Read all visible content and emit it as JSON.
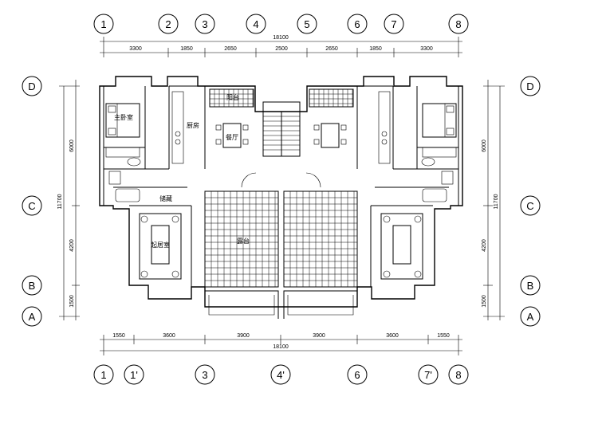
{
  "top_axes": [
    "1",
    "2",
    "3",
    "4",
    "5",
    "6",
    "7",
    "8"
  ],
  "bottom_axes": [
    "1",
    "1'",
    "3",
    "4'",
    "6",
    "7'",
    "8"
  ],
  "left_axes": [
    "D",
    "C",
    "B",
    "A"
  ],
  "right_axes": [
    "D",
    "C",
    "B",
    "A"
  ],
  "top_total": "18100",
  "top_segments": [
    "3300",
    "1850",
    "2650",
    "2500",
    "2650",
    "1850",
    "3300"
  ],
  "bottom_total": "18100",
  "bottom_segments": [
    "1550",
    "3600",
    "3900",
    "3900",
    "3600",
    "1550"
  ],
  "left_dims": [
    "6000",
    "11700",
    "4200",
    "1500"
  ],
  "right_dims": [
    "6000",
    "11700",
    "4200",
    "1500"
  ],
  "rooms": {
    "master_bedroom": "主卧室",
    "kitchen": "厨房",
    "dining": "餐厅",
    "storage": "储藏",
    "living": "起居室",
    "terrace": "露台",
    "balcony_small": "阳台"
  }
}
